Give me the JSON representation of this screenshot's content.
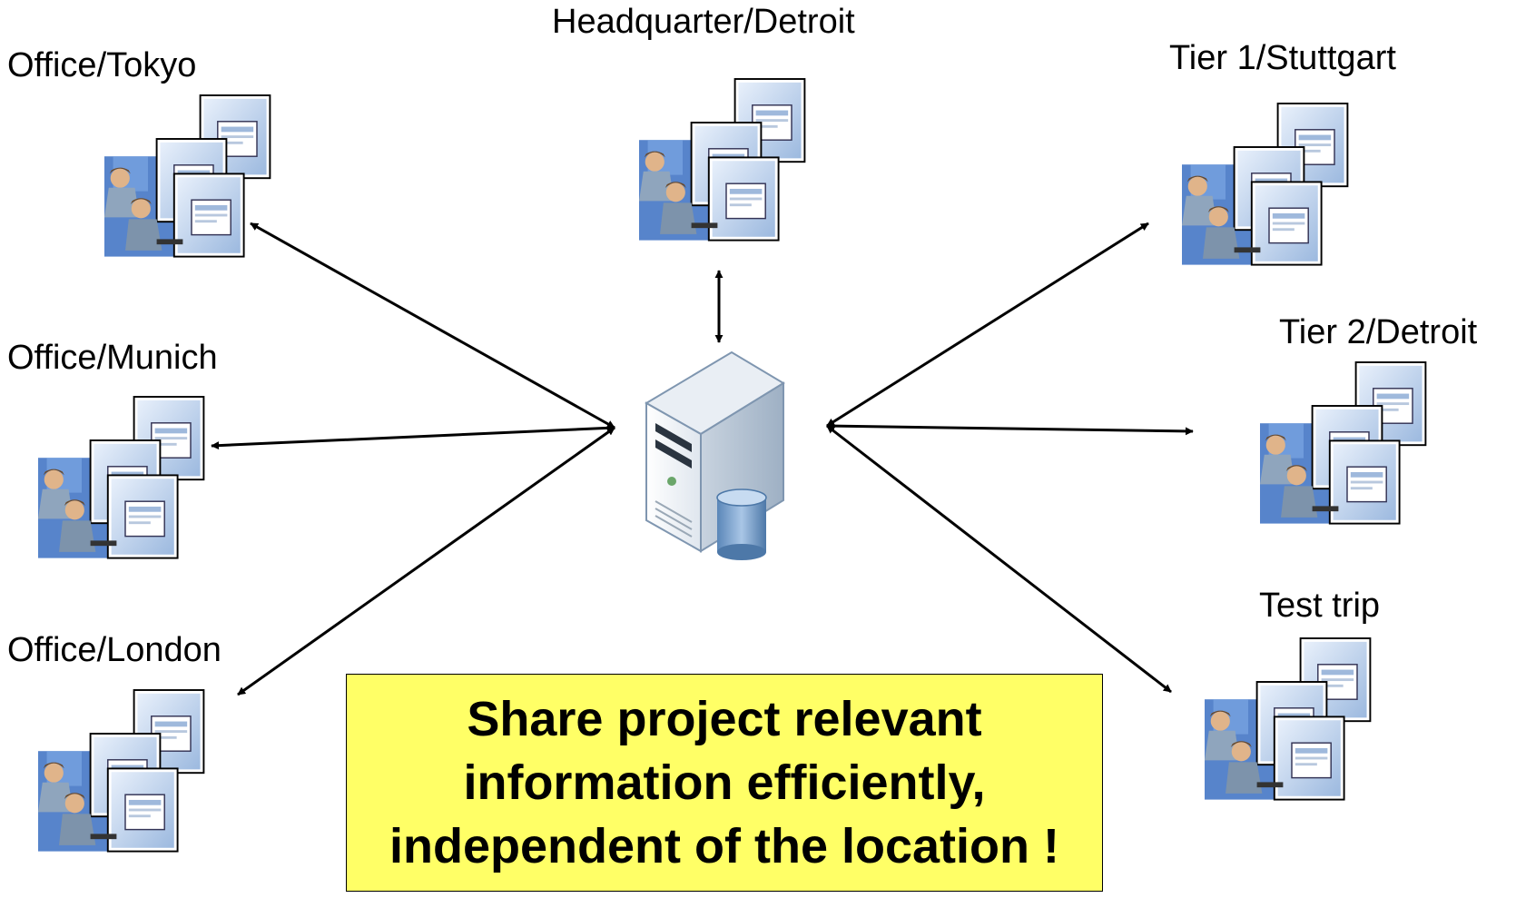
{
  "locations": [
    {
      "id": "office-tokyo",
      "label": "Office/Tokyo"
    },
    {
      "id": "office-munich",
      "label": "Office/Munich"
    },
    {
      "id": "office-london",
      "label": "Office/London"
    },
    {
      "id": "headquarter-detroit",
      "label": "Headquarter/Detroit"
    },
    {
      "id": "tier1-stuttgart",
      "label": "Tier 1/Stuttgart"
    },
    {
      "id": "tier2-detroit",
      "label": "Tier 2/Detroit"
    },
    {
      "id": "test-trip",
      "label": "Test trip"
    }
  ],
  "central_node": {
    "icon": "server-database-icon"
  },
  "workstation_icon": "user-workstation-screens-icon",
  "callout": {
    "text": "Share project relevant information efficiently, independent of the location !"
  },
  "colors": {
    "callout_fill": "#ffff66",
    "arrow": "#000000",
    "server_blue": "#7fa7d3"
  }
}
